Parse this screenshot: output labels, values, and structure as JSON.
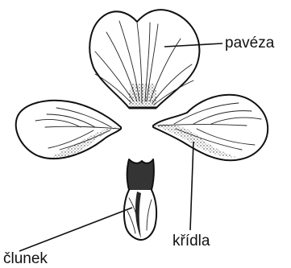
{
  "figure": {
    "labels": {
      "standard": "pavéza",
      "wings": "křídla",
      "keel": "člunek"
    },
    "colors": {
      "ink": "#111111",
      "background": "#ffffff"
    }
  }
}
